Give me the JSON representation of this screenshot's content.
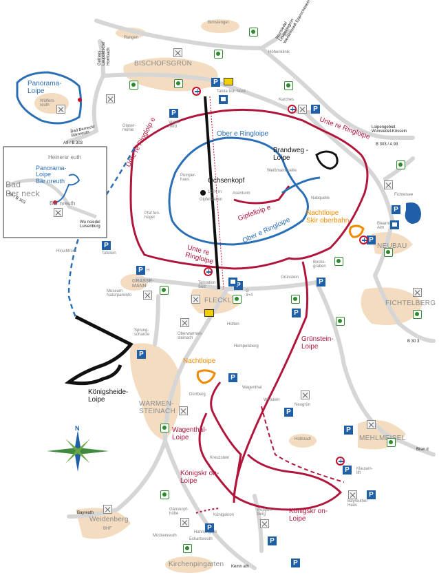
{
  "map": {
    "colors": {
      "red_route": "#b0163c",
      "blue_route": "#2a6fb5",
      "black_route": "#111111",
      "orange_route": "#f08a00",
      "road": "#d6d6d6",
      "settlement": "#f3dcc0",
      "lake": "#1f5fa8",
      "parking": "#1f5fa8",
      "restaurant_icon": "#2f8a2f"
    },
    "towns": [
      "BISCHOFSGRÜN",
      "FLECKL",
      "NEUBAU",
      "FICHTELBERG",
      "MEHLMEISEL",
      "WARMEN-\nSTEINACH",
      "Weidenberg",
      "Kirchenpingarten",
      "GRASSE-\nMANN",
      "Bad\nBer neck"
    ],
    "small_places": [
      "Rangen",
      "Birnstengel",
      "Höhenklinik",
      "Wülfers-\nreuth",
      "Glaser-\nmühle",
      "Vogel-\nherd",
      "Karches",
      "Pumper-\nhaus",
      "Weißmainquelle",
      "Nabquelle",
      "Pfaf fen-\nhügel",
      "Asenturm",
      "Gipfelstation",
      "1024 m",
      "Hirschhorn",
      "Tafelein",
      "Museum\nNaturparkinfo",
      "Bocks-\ngraben",
      "Grünstein",
      "Bleaml\nAlm",
      "Fichtelsee",
      "Hütten",
      "Oberwarmen-\nsteinach",
      "Hempelsberg",
      "Sprung-\nschanze",
      "Wagenthal",
      "Dürrberg",
      "Wendeln",
      "Neugrün",
      "Hüttstadl",
      "Kreuzstein",
      "Klausen-\nlift",
      "Bayreuther\nHaus",
      "Gänskopf-\nhütte",
      "Poppen-\nberg",
      "Königskron",
      "Hahnengrün",
      "Mückenreuth",
      "Eckartsreuth",
      "BHF",
      "Talsta tion Nord",
      "Talstation\nSüd",
      "G\n3+4",
      "H",
      "Heinersr euth",
      "Bär nreuth",
      "Ochsenkopf"
    ],
    "routes": {
      "panorama_loipe": "Panorama-\nLoipe",
      "untere_ringloipe_left": "Unte re Ringloip e",
      "untere_ringloipe_right": "Unte re Ringloipe",
      "untere_ringloipe_bottom": "Unte re\nRingloipe",
      "obere_ringloipe_top": "Ober e Ringloipe",
      "obere_ringloipe_bottom": "Ober e Ringloipe",
      "gipfelloipe": "Gipfelloip e",
      "brandweg_loipe": "Brandweg -\nLoipe",
      "nachtloipe_skioberbahn": "Nachtloipe\nSkir oberbahn",
      "nachtloipe": "Nachtloipe",
      "gruenstein_loipe": "Grünstein-\nLoipe",
      "koenigsheide_loipe": "Königsheide-\nLoipe",
      "wagenthal_loipe": "Wagenthal-\nLoipe",
      "koenigskron_loipe_1": "Königskr on-\nLoipe",
      "koenigskron_loipe_2": "Königskr on-\nLoipe"
    },
    "roads": {
      "gefrees": "Gefrees\nLeupoldsdorf\nHombach",
      "wunsiedel_top": "Wunsiedel\nLeupoldsgrün\nWeißenstadt Epprechtstein",
      "bad_berneck": "Bad Berneck/\nBärnreuth",
      "a9_b303": "A9 / B 303",
      "loipengebiet": "Loipengebiet\nWunsiedel-Kössein",
      "b303_a93": "B 303 / A 93",
      "b303_right": "B 30 3",
      "brand": "Bran d",
      "bayreuth": "Bayreuth",
      "kemnath": "Kemn ath",
      "inset_wunsiedel": "Wu nsiedel\nLuisenburg",
      "inset_road": "A9 / B 303"
    },
    "inset": {
      "title_place": "Heinersr euth",
      "town": "Bad\nBer neck",
      "route": "Panorama-\nLoipe\nBär nreuth",
      "place": "Bär nreuth"
    },
    "compass": {
      "north_label": "N"
    }
  }
}
